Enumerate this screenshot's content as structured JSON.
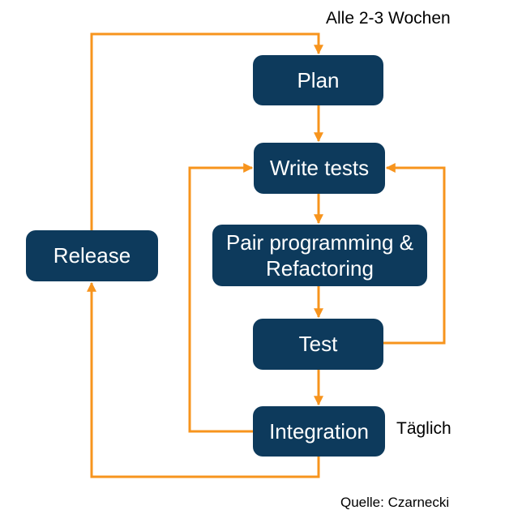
{
  "diagram": {
    "nodes": [
      {
        "id": "plan",
        "label": "Plan"
      },
      {
        "id": "write-tests",
        "label": "Write tests"
      },
      {
        "id": "pair",
        "label": "Pair programming & Refactoring"
      },
      {
        "id": "test",
        "label": "Test"
      },
      {
        "id": "integration",
        "label": "Integration"
      },
      {
        "id": "release",
        "label": "Release"
      }
    ],
    "edges": [
      {
        "from": "plan",
        "to": "write-tests"
      },
      {
        "from": "write-tests",
        "to": "pair"
      },
      {
        "from": "pair",
        "to": "test"
      },
      {
        "from": "test",
        "to": "integration"
      },
      {
        "from": "test",
        "to": "write-tests"
      },
      {
        "from": "integration",
        "to": "write-tests"
      },
      {
        "from": "integration",
        "to": "release"
      },
      {
        "from": "release",
        "to": "plan"
      }
    ],
    "annotations": {
      "cycle": "Alle 2-3 Wochen",
      "daily": "Täglich",
      "source": "Quelle: Czarnecki"
    },
    "colors": {
      "node_fill": "#0d3a5c",
      "node_text": "#ffffff",
      "arrow": "#f7941d",
      "annotation_text": "#000000"
    }
  }
}
